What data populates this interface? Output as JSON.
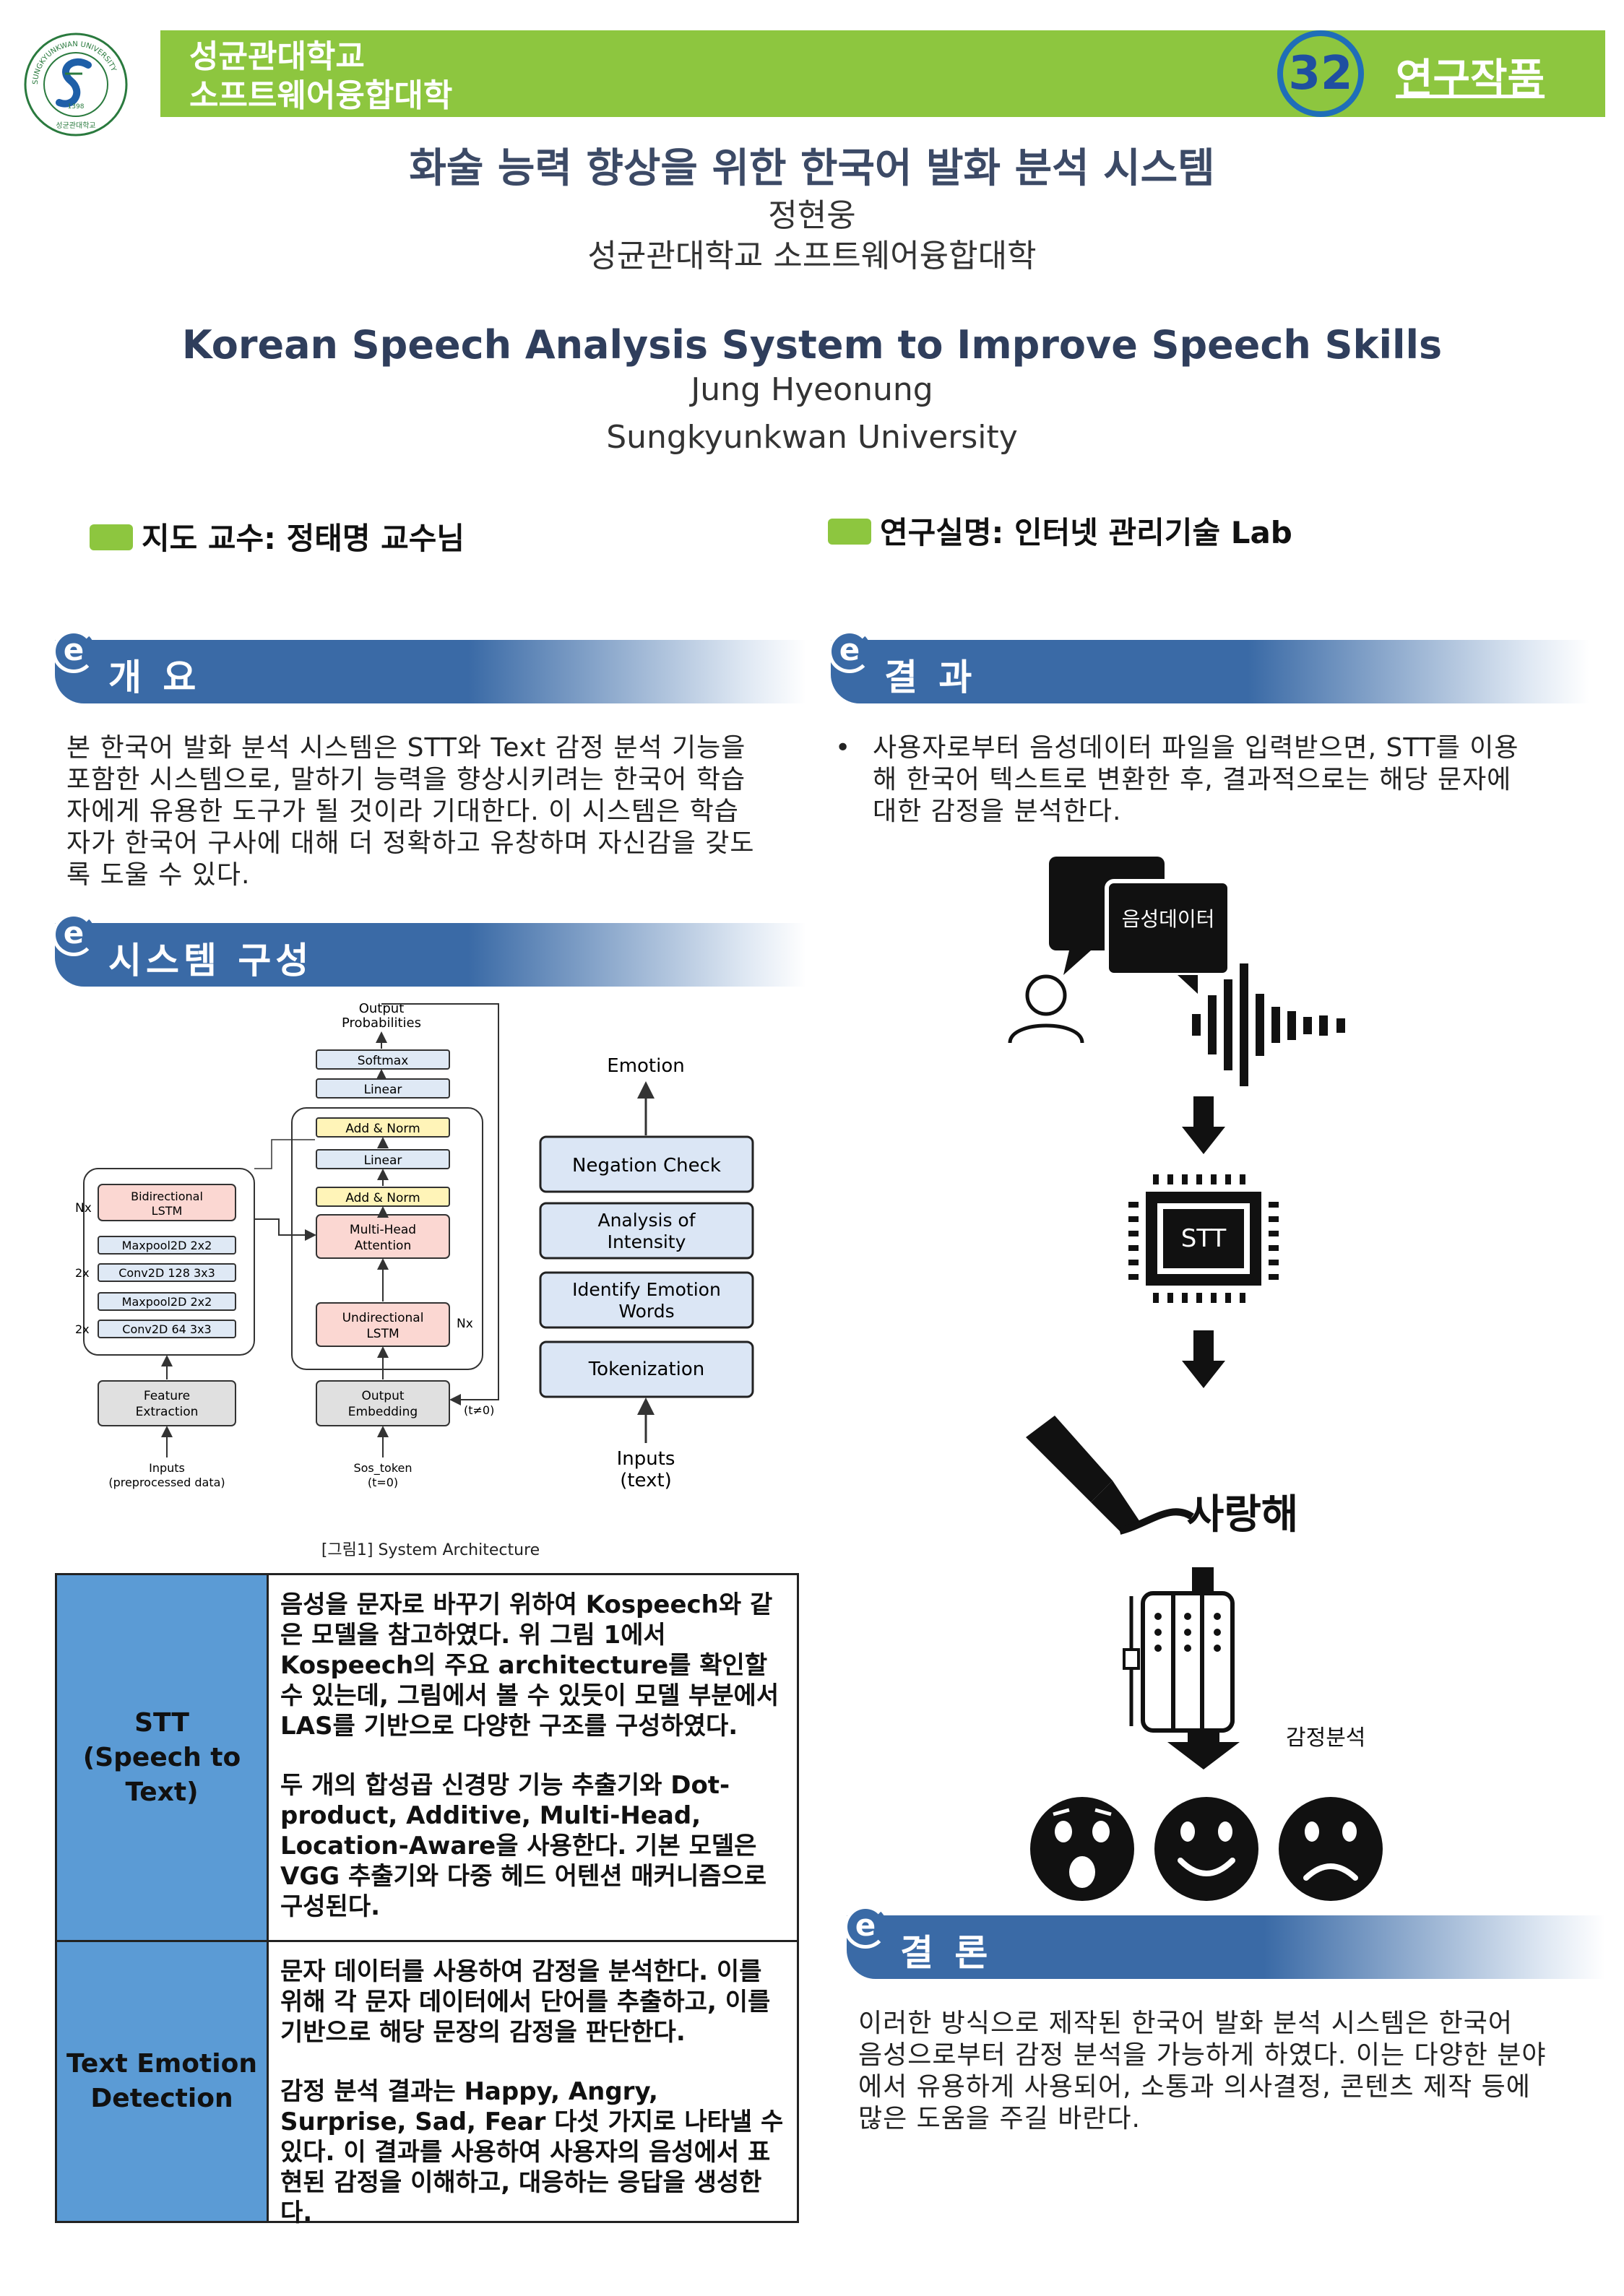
{
  "header": {
    "university": "성균관대학교",
    "college": "소프트웨어융합대학",
    "number": "32",
    "kind": "연구작품",
    "logo_text": "SUNGKYUNKWAN UNIVERSITY",
    "logo_year": "1398",
    "logo_ko": "성균관대학교",
    "band_color": "#8dc63f"
  },
  "title": {
    "ko": "화술 능력 향상을 위한 한국어 발화 분석 시스템",
    "author_ko": "정현웅",
    "affiliation_ko": "성균관대학교 소프트웨어융합대학",
    "en": "Korean Speech Analysis System to Improve Speech Skills",
    "author_en": "Jung Hyeonung",
    "affiliation_en": "Sungkyunkwan University"
  },
  "info": {
    "advisor": "지도 교수:  정태명 교수님",
    "lab": "연구실명:  인터넷 관리기술 Lab"
  },
  "sections": {
    "overview": {
      "title": "개 요",
      "lines": [
        " 본 한국어 발화 분석 시스템은 STT와 Text 감정 분석 기능을",
        "포함한 시스템으로,  말하기 능력을 향상시키려는 한국어 학습",
        "자에게 유용한 도구가 될 것이라 기대한다. 이 시스템은 학습",
        "자가 한국어 구사에 대해 더 정확하고 유창하며 자신감을 갖도",
        "록 도울 수 있다."
      ]
    },
    "system": {
      "title": "시스템 구성",
      "caption": "[그림1] System Architecture"
    },
    "result": {
      "title": "결 과",
      "bullet": "•",
      "lines": [
        "사용자로부터 음성데이터 파일을 입력받으면, STT를 이용",
        "해 한국어 텍스트로 변환한 후, 결과적으로는 해당 문자에",
        "대한 감정을 분석한다."
      ]
    },
    "conclusion": {
      "title": "결 론",
      "lines": [
        " 이러한 방식으로 제작된 한국어 발화 분석 시스템은 한국어",
        "음성으로부터 감정 분석을 가능하게 하였다. 이는 다양한 분야",
        "에서 유용하게 사용되어, 소통과 의사결정, 콘텐츠 제작 등에",
        "많은 도움을 주길 바란다."
      ]
    }
  },
  "diagram": {
    "output_probabilities": [
      "Output",
      "Probabilities"
    ],
    "softmax": "Softmax",
    "linear": "Linear",
    "add_norm": "Add & Norm",
    "multi_head": [
      "Multi-Head",
      "Attention"
    ],
    "undirectional": [
      "Undirectional",
      "LSTM"
    ],
    "output_embedding": [
      "Output",
      "Embedding"
    ],
    "t_neq": "(t≠0)",
    "sos": [
      "Sos_token",
      "(t=0)"
    ],
    "nx": "Nx",
    "bidirectional": [
      "Bidirectional",
      "LSTM"
    ],
    "maxpool_a": "Maxpool2D 2x2",
    "conv_a": "Conv2D 128 3x3",
    "maxpool_b": "Maxpool2D 2x2",
    "conv_b": "Conv2D 64 3x3",
    "two_x": "2x",
    "feature": [
      "Feature",
      "Extraction"
    ],
    "inputs_pre": [
      "Inputs",
      "(preprocessed data)"
    ],
    "emotion": "Emotion",
    "negation": "Negation Check",
    "analysis": [
      "Analysis of",
      "Intensity"
    ],
    "identify": [
      "Identify Emotion",
      "Words"
    ],
    "tokenization": "Tokenization",
    "inputs_text": [
      "Inputs",
      "(text)"
    ]
  },
  "flow": {
    "speech_label": "음성데이터",
    "stt_label": "STT",
    "text_label": "사랑해",
    "emotion_label": "감정분석"
  },
  "table": {
    "rows": [
      {
        "label": [
          "STT",
          "(Speech to Text)"
        ],
        "paras": [
          " 음성을 문자로 바꾸기 위하여 Kospeech와 같은 모델을 참고하였다. 위 그림 1에서 Kospeech의 주요 architecture를 확인할 수 있는데, 그림에서 볼 수 있듯이 모델 부분에서 LAS를 기반으로 다양한 구조를 구성하였다.",
          " 두 개의 합성곱 신경망 기능 추출기와 Dot-product, Additive, Multi-Head, Location-Aware을 사용한다. 기본 모델은 VGG 추출기와 다중 헤드 어텐션 매커니즘으로 구성된다."
        ]
      },
      {
        "label": [
          "Text Emotion",
          "Detection"
        ],
        "paras": [
          " 문자 데이터를 사용하여 감정을 분석한다. 이를 위해 각 문자 데이터에서 단어를 추출하고, 이를 기반으로 해당 문장의 감정을 판단한다.",
          " 감정 분석 결과는 Happy, Angry, Surprise, Sad, Fear 다섯 가지로 나타낼 수 있다. 이 결과를 사용하여 사용자의 음성에서 표현된 감정을 이해하고, 대응하는 응답을 생성한다."
        ]
      }
    ]
  }
}
